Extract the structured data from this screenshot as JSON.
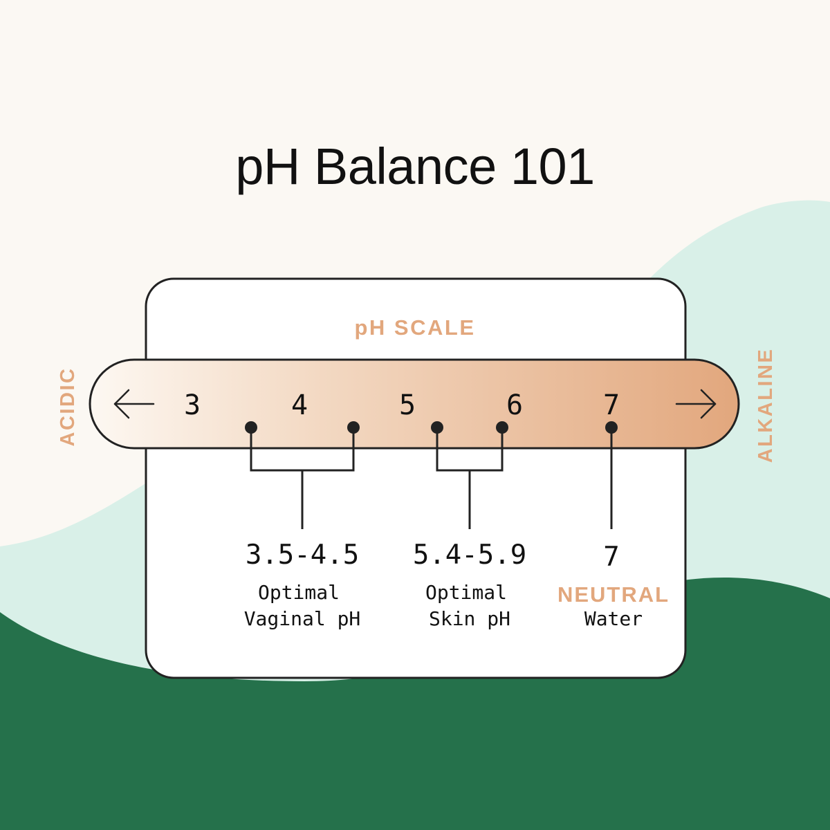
{
  "title": "pH Balance 101",
  "scale_label": "pH SCALE",
  "acidic_label": "ACIDIC",
  "alkaline_label": "ALKALINE",
  "ticks": [
    "3",
    "4",
    "5",
    "6",
    "7"
  ],
  "ranges": [
    {
      "value": "3.5-4.5",
      "line1": "Optimal",
      "line2": "Vaginal pH"
    },
    {
      "value": "5.4-5.9",
      "line1": "Optimal",
      "line2": "Skin pH"
    },
    {
      "value": "7",
      "line1": "NEUTRAL",
      "line2": "Water"
    }
  ],
  "colors": {
    "background_cream": "#fbf8f3",
    "mint": "#d9f0e8",
    "forest_green": "#25714b",
    "accent_orange": "#e2a77d",
    "outline": "#222222"
  },
  "icons": {
    "left_arrow": "arrow-left-icon",
    "right_arrow": "arrow-right-icon"
  }
}
